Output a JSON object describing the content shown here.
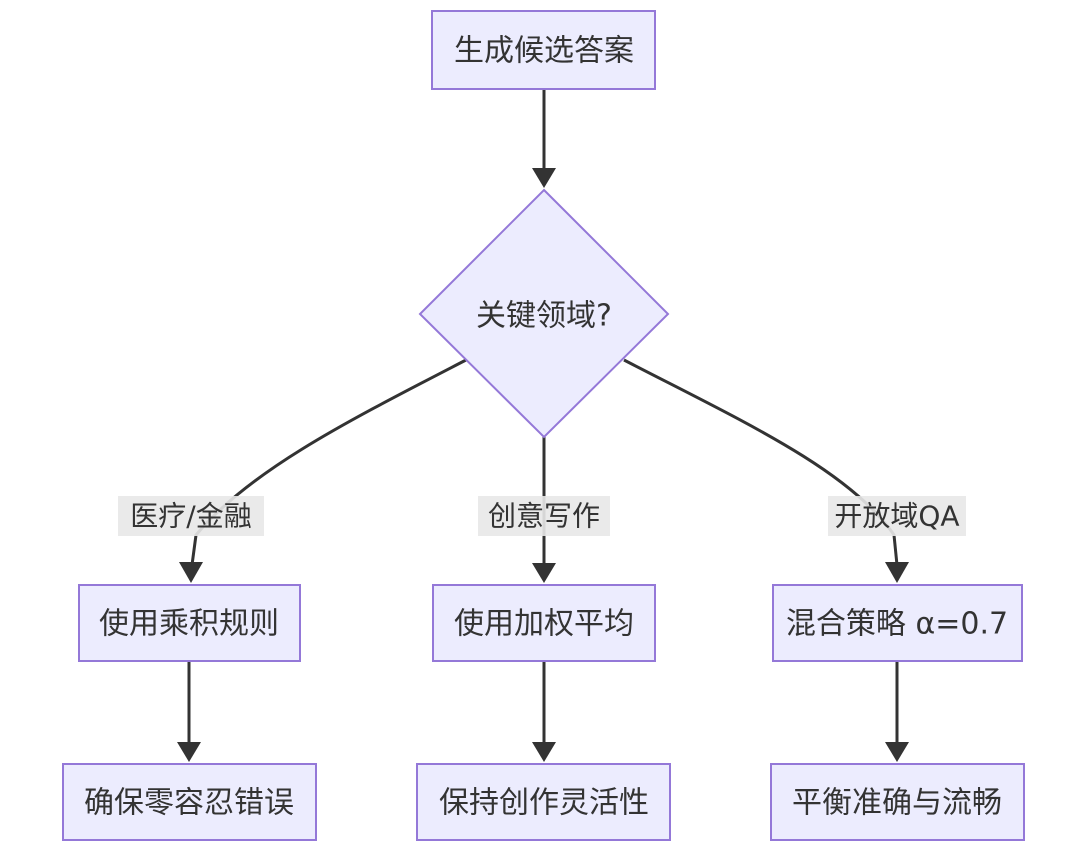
{
  "diagram": {
    "nodes": {
      "generate": "生成候选答案",
      "decision": "关键领域?",
      "product_rule": "使用乘积规则",
      "weighted_avg": "使用加权平均",
      "mixed": "混合策略 α=0.7",
      "zero_error": "确保零容忍错误",
      "flexibility": "保持创作灵活性",
      "balance": "平衡准确与流畅"
    },
    "edge_labels": {
      "medical_finance": "医疗/金融",
      "creative_writing": "创意写作",
      "open_qa": "开放域QA"
    }
  }
}
